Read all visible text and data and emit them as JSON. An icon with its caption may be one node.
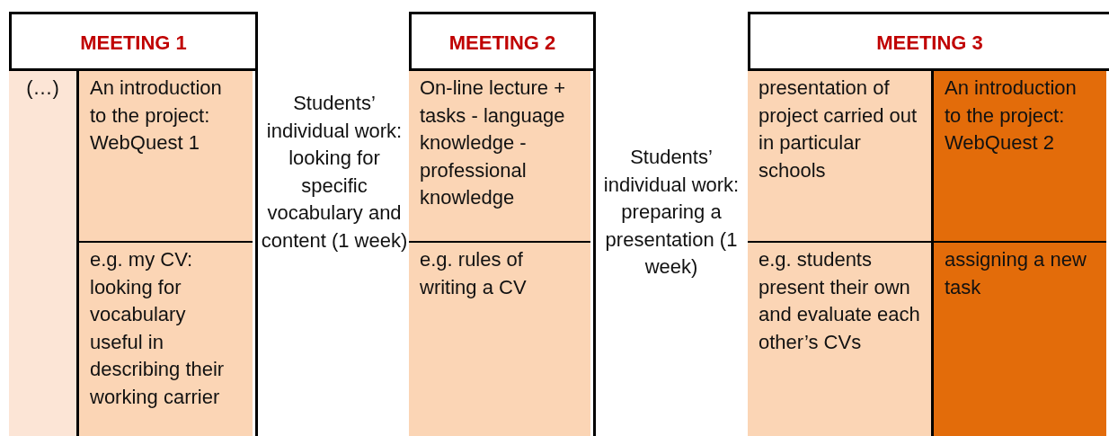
{
  "diagram": {
    "nodes": [
      {
        "text": [
          "MEETING 1"
        ]
      },
      {
        "text": [
          "(…)"
        ],
        "in": 0
      },
      {
        "text": [
          "An introduction to the project: WebQuest 1"
        ],
        "in": 0
      },
      {
        "text": [
          "e.g. my CV: looking for vocabulary useful in describing their working carrier"
        ],
        "in": 0
      },
      {
        "text": [
          "MEETING 2"
        ]
      },
      {
        "text": [
          "On-line lecture + tasks - language knowledge - professional knowledge"
        ],
        "in": 4
      },
      {
        "text": [
          "e.g. rules of writing a CV"
        ],
        "in": 4
      },
      {
        "text": [
          "MEETING 3"
        ]
      },
      {
        "text": [
          "presentation of project carried out in particular schools"
        ],
        "in": 7
      },
      {
        "text": [
          "An introduction to the project: WebQuest 2"
        ],
        "in": 7
      },
      {
        "text": [
          "e.g. students present their own and evaluate each other’s CVs"
        ],
        "in": 7
      },
      {
        "text": [
          "assigning a new task"
        ],
        "in": 7
      }
    ],
    "labels": [
      "Students’ individual work: looking for specific vocabulary and content (1 week)",
      "Students’ individual work: preparing a presentation (1 week)"
    ]
  }
}
